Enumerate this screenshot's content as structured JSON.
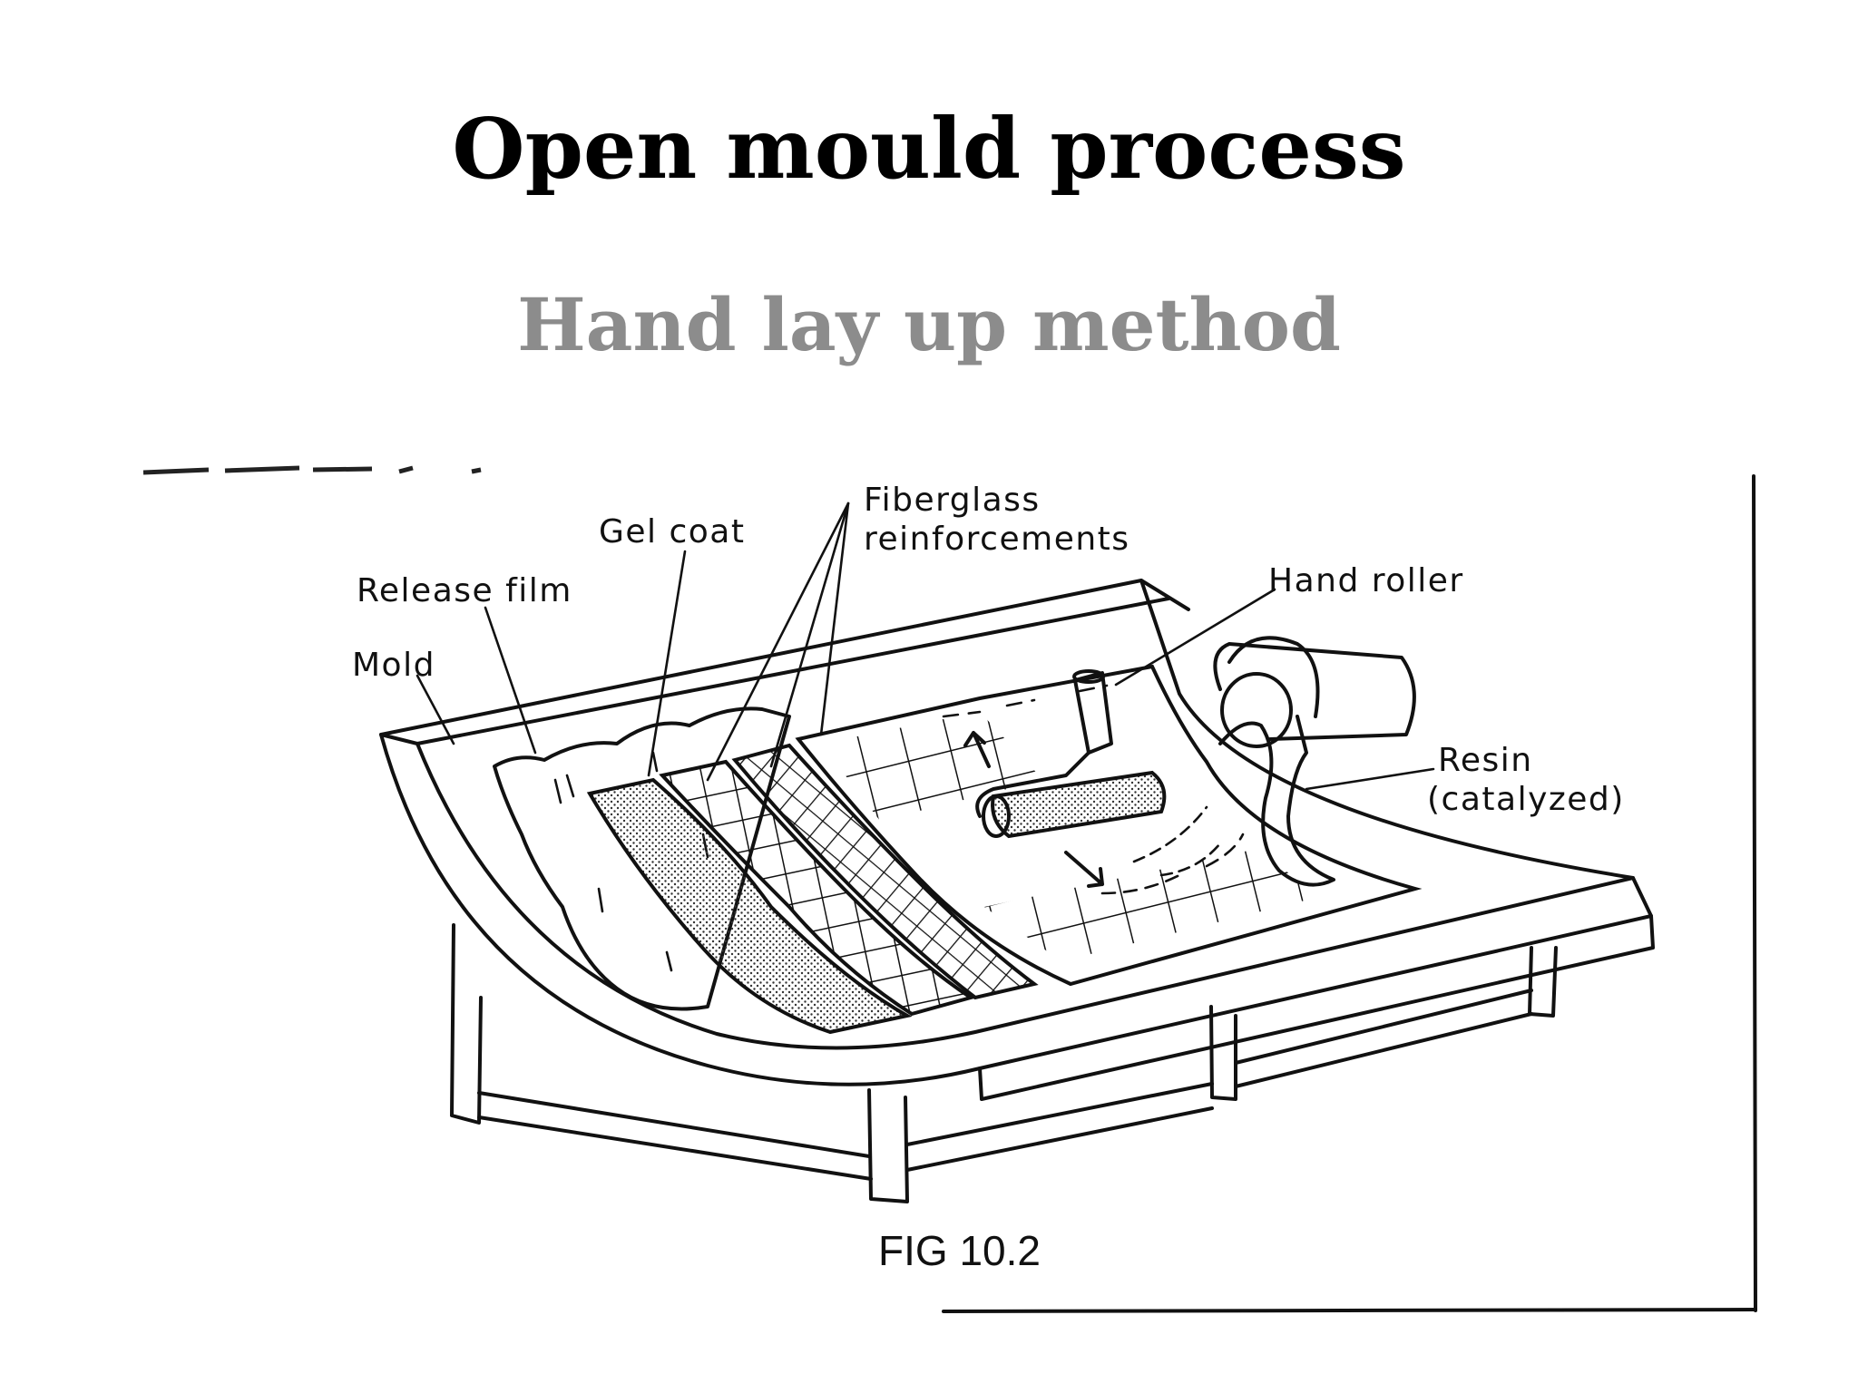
{
  "slide": {
    "title": "Open mould process",
    "subtitle": "Hand lay up method",
    "subtitle_color": "#8c8c8c"
  },
  "figure": {
    "labels": {
      "fiberglass_line1": "Fiberglass",
      "fiberglass_line2": "reinforcements",
      "gel_coat": "Gel coat",
      "hand_roller": "Hand roller",
      "release_film": "Release film",
      "mold": "Mold",
      "resin_line1": "Resin",
      "resin_line2": "(catalyzed)"
    },
    "caption": "FIG 10.2"
  }
}
